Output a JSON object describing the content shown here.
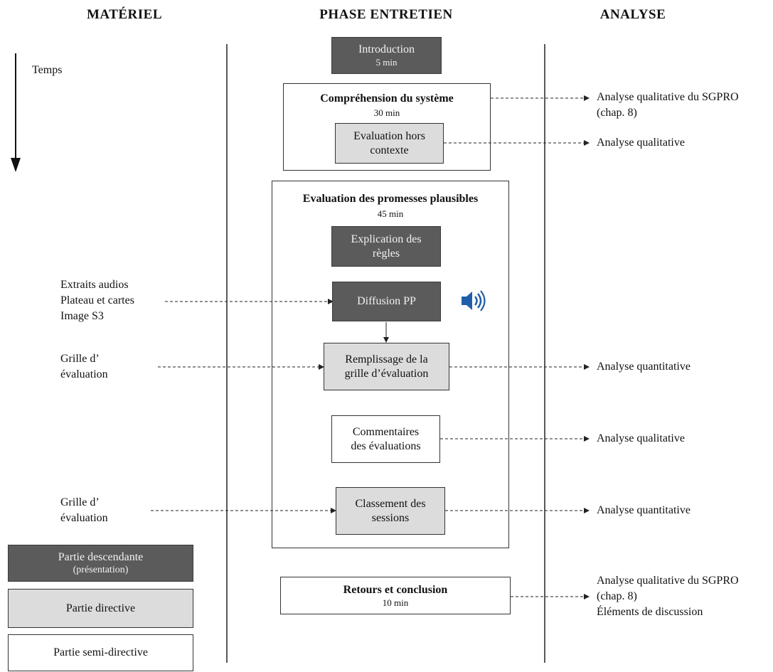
{
  "headers": {
    "left": "MATÉRIEL",
    "center": "PHASE ENTRETIEN",
    "right": "ANALYSE"
  },
  "time_label": "Temps",
  "boxes": {
    "introduction": {
      "title": "Introduction",
      "duration": "5 min"
    },
    "comprehension": {
      "title": "Compréhension du système",
      "duration": "30 min"
    },
    "evaluation_hors_contexte": {
      "line1": "Evaluation hors",
      "line2": "contexte"
    },
    "evaluation_promesses": {
      "title": "Evaluation des promesses plausibles",
      "duration": "45 min"
    },
    "explication_regles": {
      "line1": "Explication des",
      "line2": "règles"
    },
    "diffusion_pp": {
      "title": "Diffusion PP"
    },
    "remplissage": {
      "line1": "Remplissage de la",
      "line2": "grille d’évaluation"
    },
    "commentaires": {
      "line1": "Commentaires",
      "line2": "des évaluations"
    },
    "classement": {
      "line1": "Classement des",
      "line2": "sessions"
    },
    "retours": {
      "title": "Retours et conclusion",
      "duration": "10 min"
    }
  },
  "materiel": {
    "extraits": {
      "line1": "Extraits audios",
      "line2": "Plateau et cartes",
      "line3": "Image S3"
    },
    "grille1": {
      "line1": "Grille d’",
      "line2": "évaluation"
    },
    "grille2": {
      "line1": "Grille d’",
      "line2": "évaluation"
    }
  },
  "analyse": {
    "a1": {
      "line1": "Analyse qualitative du SGPRO",
      "line2": "(chap. 8)"
    },
    "a2": "Analyse qualitative",
    "a3": "Analyse quantitative",
    "a4": "Analyse qualitative",
    "a5": "Analyse quantitative",
    "a6": {
      "line1": "Analyse qualitative du SGPRO",
      "line2": "(chap. 8)",
      "line3": "Éléments de discussion"
    }
  },
  "legend": {
    "descendante": {
      "line1": "Partie descendante",
      "line2": "(présentation)"
    },
    "directive": "Partie directive",
    "semi_directive": "Partie semi-directive"
  },
  "colors": {
    "dark": "#5b5b5b",
    "light": "#dcdcdc",
    "white": "#ffffff",
    "speaker": "#1f5fa8"
  },
  "icons": {
    "speaker": "speaker-icon"
  }
}
